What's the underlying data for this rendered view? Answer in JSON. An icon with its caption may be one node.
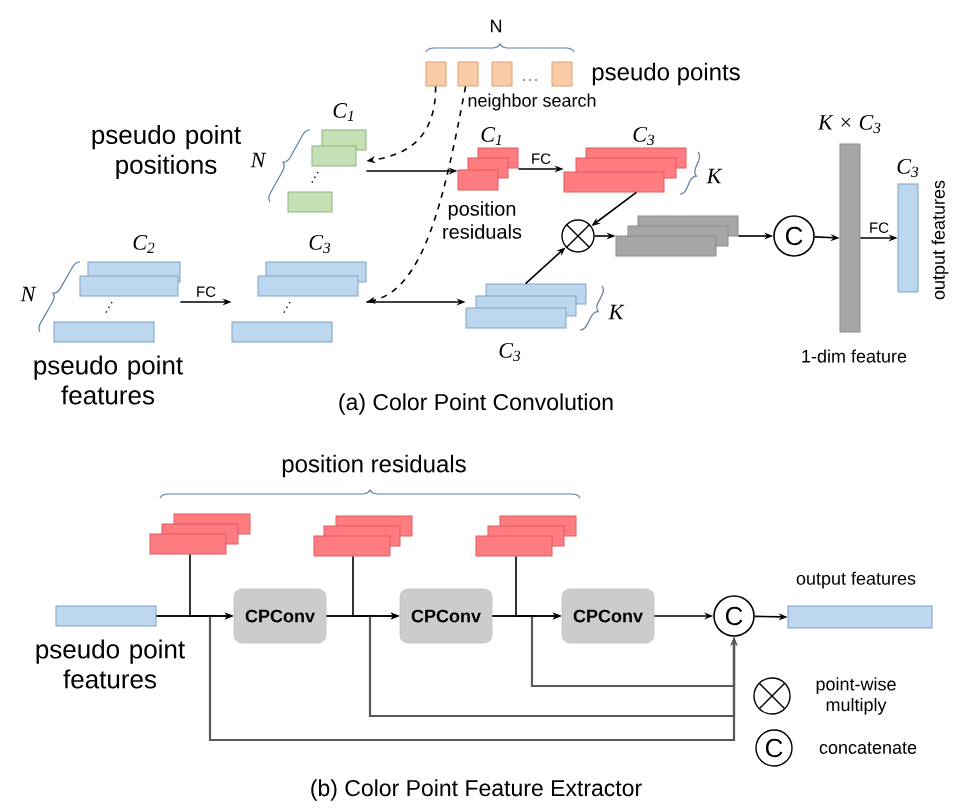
{
  "diagram": {
    "nodes": [
      {
        "text": [],
        "shape": "box",
        "beside": [
          "pseudo points"
        ]
      },
      {
        "text": [],
        "shape": "box",
        "beside": [
          "pseudo point positions"
        ]
      },
      {
        "text": [],
        "shape": "box",
        "beside": [
          "pseudo point features"
        ]
      },
      {
        "text": [],
        "shape": "box"
      },
      {
        "text": [],
        "shape": "box",
        "beside": [
          "position residuals"
        ]
      },
      {
        "text": [],
        "shape": "box"
      },
      {
        "text": [],
        "shape": "box"
      },
      {
        "text": [],
        "shape": "circle"
      },
      {
        "text": [],
        "shape": "box"
      },
      {
        "text": [
          "C"
        ]
      },
      {
        "text": [],
        "shape": "bar",
        "beside": [
          "1-dim feature"
        ]
      },
      {
        "text": [],
        "shape": "bar",
        "beside": [
          "output features"
        ]
      },
      {
        "text": [],
        "shape": "box"
      },
      {
        "text": [],
        "shape": "box"
      },
      {
        "text": [],
        "shape": "box"
      },
      {
        "text": [],
        "shape": "bar",
        "beside": [
          "pseudo point features"
        ]
      },
      {
        "text": [
          "CPConv"
        ]
      },
      {
        "text": [
          "CPConv"
        ]
      },
      {
        "text": [
          "CPConv"
        ]
      },
      {
        "text": [
          "C"
        ]
      },
      {
        "text": [],
        "shape": "bar",
        "beside": [
          "output features"
        ]
      }
    ],
    "edges": [
      {
        "from": 0,
        "to": 1,
        "arrow": "to",
        "style": "dashed"
      },
      {
        "from": 0,
        "to": 3,
        "arrow": "to",
        "style": "dashed"
      },
      {
        "from": 1,
        "to": 4,
        "arrow": "to"
      },
      {
        "from": 2,
        "to": 3,
        "arrow": "to",
        "label": "FC"
      },
      {
        "from": 3,
        "to": 6,
        "arrow": "to"
      },
      {
        "from": 4,
        "to": 5,
        "arrow": "to",
        "label": "FC"
      },
      {
        "from": 5,
        "to": 7,
        "arrow": "to"
      },
      {
        "from": 6,
        "to": 7,
        "arrow": "to"
      },
      {
        "from": 7,
        "to": 8,
        "arrow": "to"
      },
      {
        "from": 8,
        "to": 9,
        "arrow": "to"
      },
      {
        "from": 9,
        "to": 10,
        "arrow": "to"
      },
      {
        "from": 10,
        "to": 11,
        "arrow": "to",
        "label": "FC"
      },
      {
        "from": 15,
        "to": 16,
        "arrow": "to"
      },
      {
        "from": 12,
        "to": 16,
        "arrow": "to"
      },
      {
        "from": 16,
        "to": 17,
        "arrow": "to"
      },
      {
        "from": 13,
        "to": 17,
        "arrow": "to"
      },
      {
        "from": 17,
        "to": 18,
        "arrow": "to"
      },
      {
        "from": 14,
        "to": 18,
        "arrow": "to"
      },
      {
        "from": 18,
        "to": 19,
        "arrow": "to"
      },
      {
        "from": 19,
        "to": 20,
        "arrow": "to"
      },
      {
        "from": 15,
        "to": 19,
        "arrow": "to",
        "color": "#595959"
      },
      {
        "from": 16,
        "to": 19,
        "arrow": "to",
        "color": "#595959"
      },
      {
        "from": 17,
        "to": 19,
        "arrow": "to",
        "color": "#595959"
      }
    ],
    "labels": [
      "N",
      "neighbor search",
      "C$_{1}$",
      "N",
      "C$_{1}$",
      "C$_{3}$",
      "K",
      "K × C$_{3}$",
      "C$_{2}$",
      "N",
      "C$_{3}$",
      "C$_{3}$",
      "K",
      "C$_{3}$",
      "(a) Color Point Convolution",
      "position residuals",
      "(b) Color Point Feature Extractor",
      "C"
    ],
    "legend": [
      {
        "text": "point-wise multiply"
      },
      {
        "text": "concatenate"
      }
    ]
  }
}
